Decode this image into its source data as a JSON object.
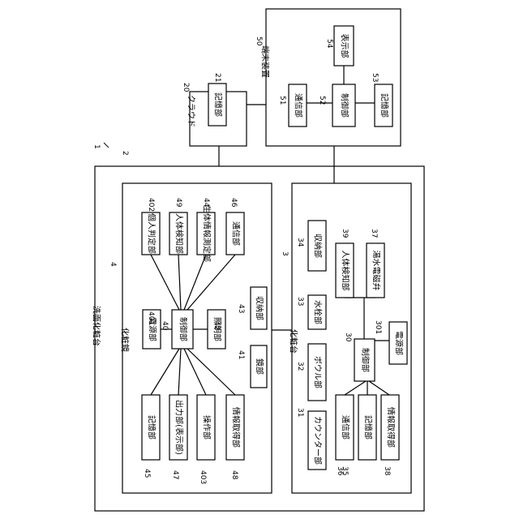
{
  "containers": [
    {
      "id": "washstand",
      "label": "洗面化粧台"
    },
    {
      "id": "mirror",
      "label": "化粧鏡"
    },
    {
      "id": "vanity",
      "label": "化粧台"
    },
    {
      "id": "cloud",
      "label": "クラウド"
    },
    {
      "id": "terminal",
      "label": "端末装置"
    }
  ],
  "components": [
    {
      "id": "402",
      "label": "個人判定部"
    },
    {
      "id": "49",
      "label": "人体検知部"
    },
    {
      "id": "44",
      "label": "生体情報測定部"
    },
    {
      "id": "46",
      "label": "通信部"
    },
    {
      "id": "401",
      "label": "電源部"
    },
    {
      "id": "40",
      "label": "制御部"
    },
    {
      "id": "42",
      "label": "照明部"
    },
    {
      "id": "43",
      "label": "収納部"
    },
    {
      "id": "41",
      "label": "鏡部"
    },
    {
      "id": "45",
      "label": "記憶部"
    },
    {
      "id": "47",
      "label": "出力部(表示部)"
    },
    {
      "id": "403",
      "label": "操作部"
    },
    {
      "id": "48",
      "label": "情報取得部"
    },
    {
      "id": "34",
      "label": "収納部"
    },
    {
      "id": "39",
      "label": "人体検知部"
    },
    {
      "id": "37",
      "label": "湯水電磁弁"
    },
    {
      "id": "33",
      "label": "水栓部"
    },
    {
      "id": "32",
      "label": "ボウル部"
    },
    {
      "id": "30",
      "label": "制御部"
    },
    {
      "id": "301",
      "label": "電源部"
    },
    {
      "id": "31",
      "label": "カウンター部"
    },
    {
      "id": "36",
      "label": "通信部"
    },
    {
      "id": "35",
      "label": "記憶部"
    },
    {
      "id": "38",
      "label": "情報取得部"
    },
    {
      "id": "21",
      "label": "記憶部"
    },
    {
      "id": "51",
      "label": "通信部"
    },
    {
      "id": "52",
      "label": "制御部"
    },
    {
      "id": "53",
      "label": "記憶部"
    },
    {
      "id": "54",
      "label": "表示部"
    }
  ],
  "reference_numerals": [
    "1",
    "2",
    "3",
    "4",
    "20",
    "21",
    "30",
    "31",
    "32",
    "33",
    "34",
    "35",
    "36",
    "37",
    "38",
    "38",
    "39",
    "40",
    "41",
    "42",
    "43",
    "44",
    "45",
    "46",
    "47",
    "48",
    "49",
    "50",
    "51",
    "52",
    "53",
    "54",
    "301",
    "401",
    "402",
    "403"
  ]
}
